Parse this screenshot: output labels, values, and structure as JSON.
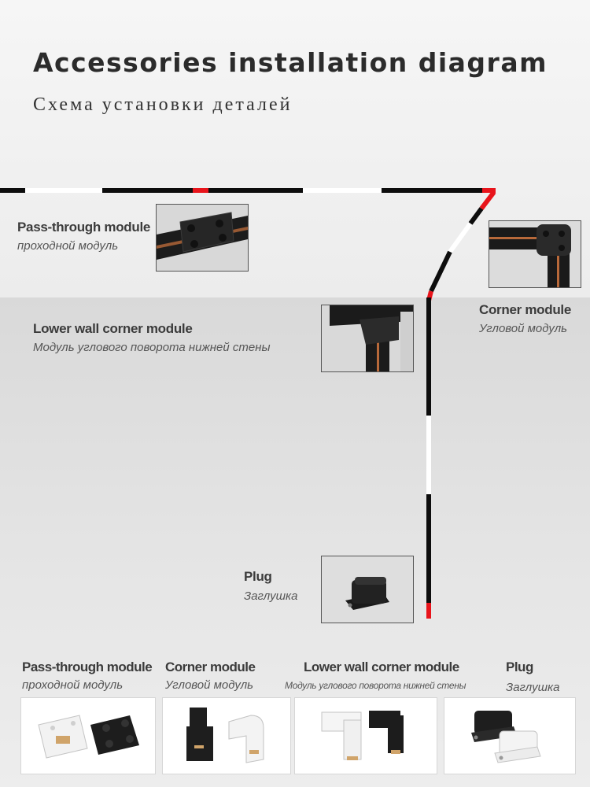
{
  "header": {
    "title": "Accessories installation diagram",
    "subtitle": "Схема установки деталей"
  },
  "callouts": {
    "pass_through": {
      "en": "Pass-through module",
      "ru": "проходной модуль"
    },
    "corner": {
      "en": "Corner module",
      "ru": "Угловой модуль"
    },
    "lower_wall": {
      "en": "Lower wall corner module",
      "ru": "Модуль углового поворота нижней стены"
    },
    "plug": {
      "en": "Plug",
      "ru": "Заглушка"
    }
  },
  "bottom": {
    "items": [
      {
        "en": "Pass-through module",
        "ru": "проходной модуль"
      },
      {
        "en": "Corner module",
        "ru": "Угловой модуль"
      },
      {
        "en": "Lower wall corner module",
        "ru": "Модуль углового поворота нижней стены"
      },
      {
        "en": "Plug",
        "ru": "Заглушка"
      }
    ]
  },
  "colors": {
    "rail": "#0d0d0d",
    "joint": "#e8141b",
    "gap": "#ffffff",
    "copper": "#b8693a"
  }
}
